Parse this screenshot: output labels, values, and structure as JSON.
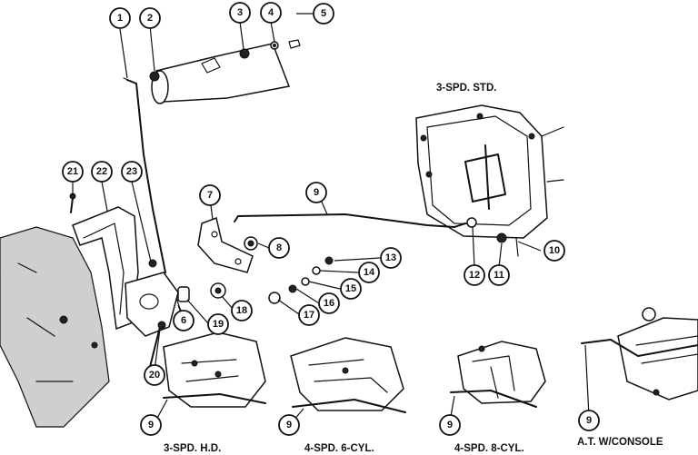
{
  "diagram": {
    "callouts": [
      "1",
      "2",
      "3",
      "4",
      "5",
      "6",
      "7",
      "8",
      "9",
      "10",
      "11",
      "12",
      "13",
      "14",
      "15",
      "16",
      "17",
      "18",
      "19",
      "20",
      "21",
      "22",
      "23"
    ],
    "bottom_callouts": [
      "9",
      "9",
      "9",
      "9"
    ],
    "labels": {
      "std": "3-SPD. STD.",
      "hd": "3-SPD. H.D.",
      "six": "4-SPD. 6-CYL.",
      "eight": "4-SPD. 8-CYL.",
      "at": "A.T. W/CONSOLE"
    }
  }
}
